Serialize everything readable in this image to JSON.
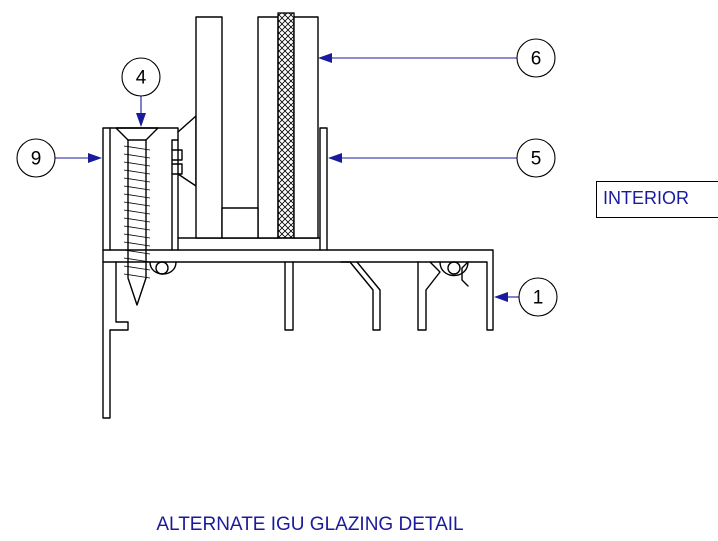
{
  "title": "ALTERNATE IGU GLAZING DETAIL",
  "side_label": "INTERIOR",
  "callouts": [
    "1",
    "4",
    "5",
    "6",
    "9"
  ],
  "colors": {
    "line": "#000000",
    "annotation": "#1a1a9c",
    "background": "#ffffff"
  }
}
